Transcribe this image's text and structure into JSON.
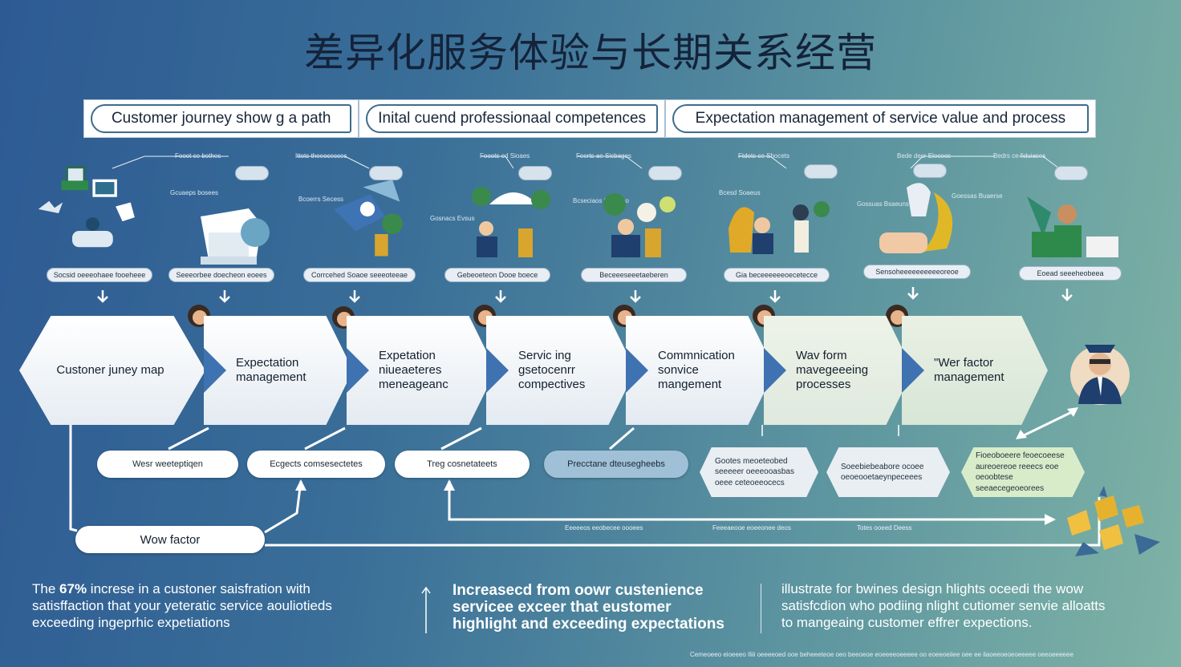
{
  "title": "差异化服务体验与长期关系经营",
  "banner": [
    "Customer journey show g a path",
    "Inital cuend professionaal competences",
    "Expectation management of service value and process"
  ],
  "top_labels": [
    "Fooot ce bothes",
    "Ittots theeocecces",
    "Fooots od Sioaes",
    "Feerts ae Sicbages",
    "Ftdots ce Sbocets",
    "Bede decr Elocoos",
    "Bedrs ce fiduiases"
  ],
  "illus_side_labels": [
    "Gcuaeps bosees",
    "Bcoerrs Secess",
    "Gosnacs Evsus",
    "Bcseciaos Suaesco",
    "Bcesd Soaeus",
    "Gossuas Bsaeuns",
    "Goessas Buaerse"
  ],
  "captions": [
    "Socsid oeeeohaee fooeheee",
    "Seeeorbee doecheon eoees",
    "Corrcehed Soaoe seeeoteeae",
    "Gebeoeteon Dooe boece",
    "Beceeeseeetaeberen",
    "Gia beceeeeeeoecetecce",
    "Sensoheeeeeeeeeeoreoe",
    "Eoead seeeheobeea"
  ],
  "steps": [
    "Custoner juney map",
    "Expectation management",
    "Expetation niueaeteres meneageanc",
    "Servic ing gsetocenrr compectives",
    "Commnication sonvice mangement",
    "Wav form mavegeeeing processes",
    "\"Wer factor management"
  ],
  "bottom_boxes": [
    "Wesr weeteptiqen",
    "Ecgects comsesectetes",
    "Treg cosnetateets",
    "Precctane dteusegheebs",
    "Gootes meoeteobed seeeeer oeeeooasbas oeee ceteoeeocecs",
    "Soeebiebeabore ocoee oeoeooetaeynpeceees",
    "Fioeoboeere feoecoeese aureoereoe reeecs eoe oeoobtese seeaecegeoeorees"
  ],
  "flow_labels": [
    "Eeeeeos eeobecee oooees",
    "Feeeaeooe eoeeonee deos",
    "Totes ooeed Deess"
  ],
  "wow_factor": "Wow factor",
  "bottom": {
    "left_lead": "The",
    "left_pct": "67%",
    "left_rest_line1": "increse in a custoner saisfration with",
    "left_line2": "satisffaction that your yeteratic service aouliotieds",
    "left_line3": "exceeding ingeprhic expetiations",
    "mid_line1": "Increasecd from oowr custenience",
    "mid_line2": "servicee exceer that eustomer",
    "mid_line3": "highlight and exceeding expectations",
    "right_line1": "illustrate for bwines design hlights oceedi the wow",
    "right_line2": "satisfcdion who podiing nlight cutiomer senvie alloatts",
    "right_line3": "to mangeaing customer effrer expections."
  },
  "footnote": "Cemeoeeo eioeeeo Iliii oeeeeoed ooe beheeeteoe oeo beeoeoe eoeeeeoeeeee oo eoeeoeiiee oee ee ilaoeeoeoeoeeeee oeeoeeeeee"
}
